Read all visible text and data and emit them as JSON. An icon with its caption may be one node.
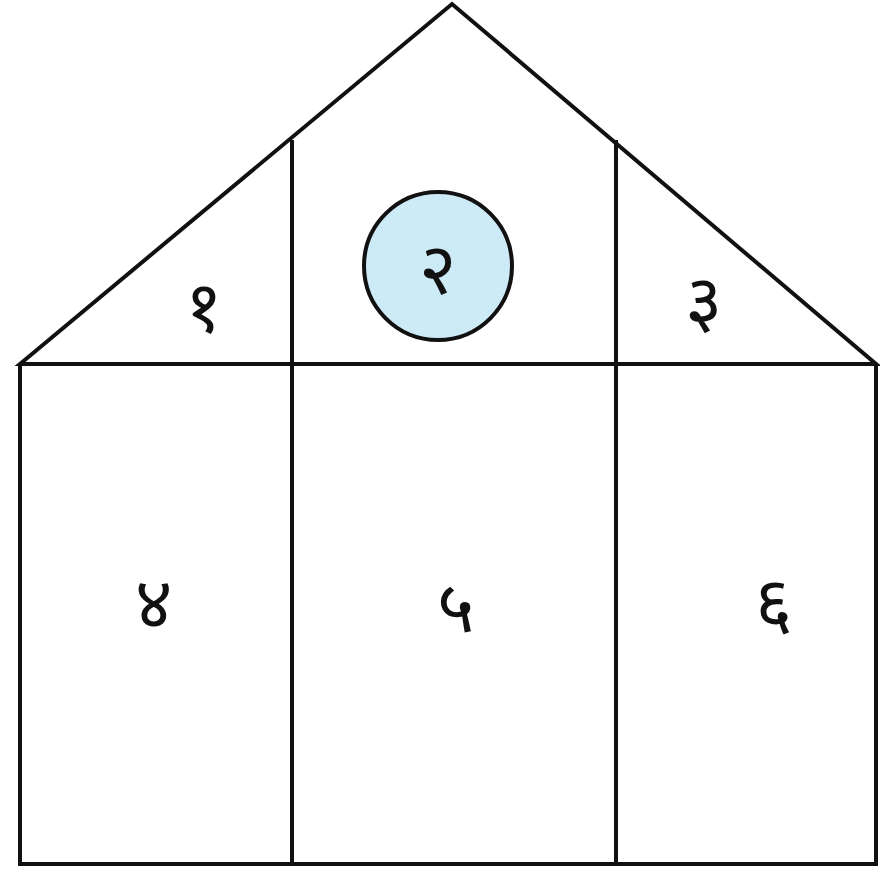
{
  "diagram": {
    "nodes": [
      {
        "text": [
          "१"
        ]
      },
      {
        "text": [
          "२"
        ]
      },
      {
        "text": [
          "३"
        ]
      },
      {
        "text": [
          "४"
        ]
      },
      {
        "text": [
          "५"
        ]
      },
      {
        "text": [
          "६"
        ]
      }
    ]
  }
}
